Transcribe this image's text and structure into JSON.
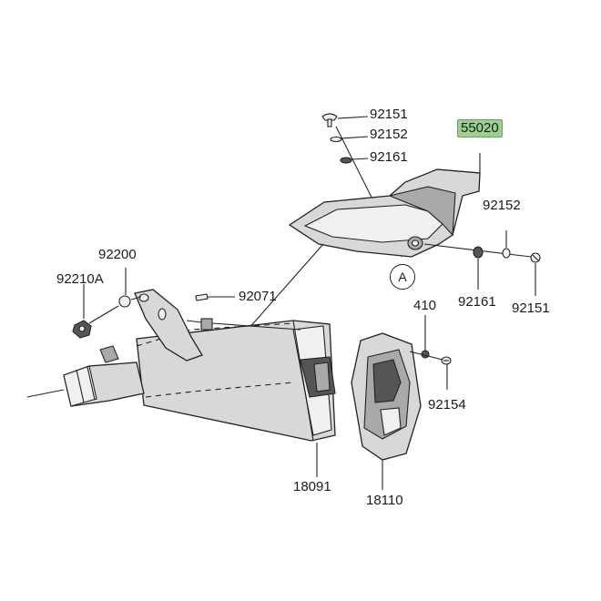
{
  "highlight_color": "#9bd18e",
  "callout": {
    "letter": "A"
  },
  "labels": {
    "p92151_top": "92151",
    "p92152_top": "92152",
    "p92161_top": "92161",
    "p55020": "55020",
    "p92152_right": "92152",
    "p92161_right": "92161",
    "p92151_right": "92151",
    "p92200": "92200",
    "p92210A": "92210A",
    "p92071": "92071",
    "p410": "410",
    "p92154": "92154",
    "p18091": "18091",
    "p18110": "18110"
  }
}
